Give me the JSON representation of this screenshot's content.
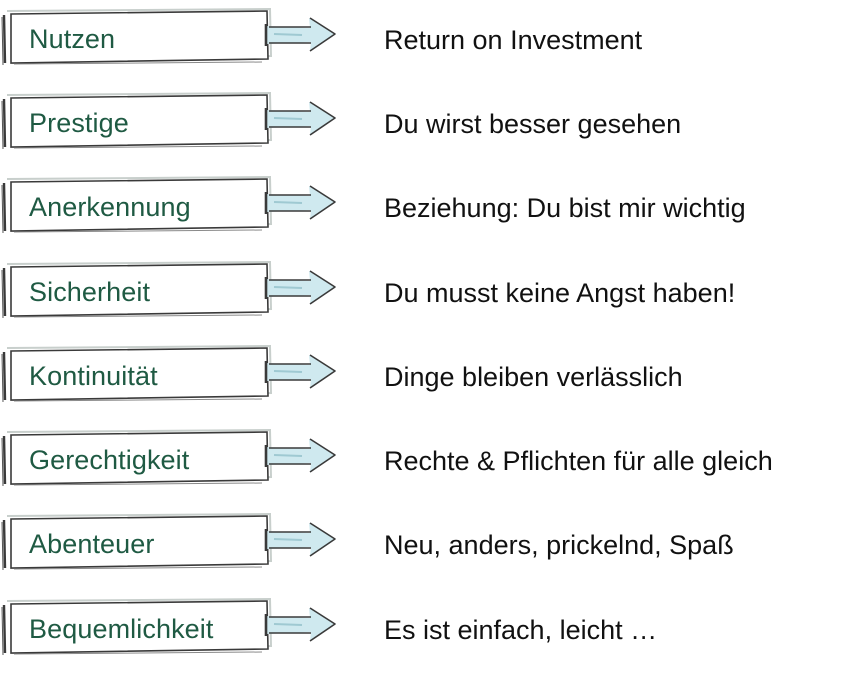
{
  "rows": [
    {
      "term": "Nutzen",
      "description": "Return on Investment"
    },
    {
      "term": "Prestige",
      "description": "Du wirst besser gesehen"
    },
    {
      "term": "Anerkennung",
      "description": "Beziehung: Du bist mir wichtig"
    },
    {
      "term": "Sicherheit",
      "description": "Du musst keine Angst haben!"
    },
    {
      "term": "Kontinuität",
      "description": "Dinge bleiben verlässlich"
    },
    {
      "term": "Gerechtigkeit",
      "description": "Rechte & Pflichten für alle gleich"
    },
    {
      "term": "Abenteuer",
      "description": "Neu, anders, prickelnd, Spaß"
    },
    {
      "term": "Bequemlichkeit",
      "description": "Es ist einfach, leicht …"
    }
  ],
  "colors": {
    "term_text": "#1f5a43",
    "description_text": "#111111",
    "box_stroke": "#3a3a3a",
    "box_shadow": "#c8cfcc",
    "arrow_fill": "#cfe9ef"
  }
}
